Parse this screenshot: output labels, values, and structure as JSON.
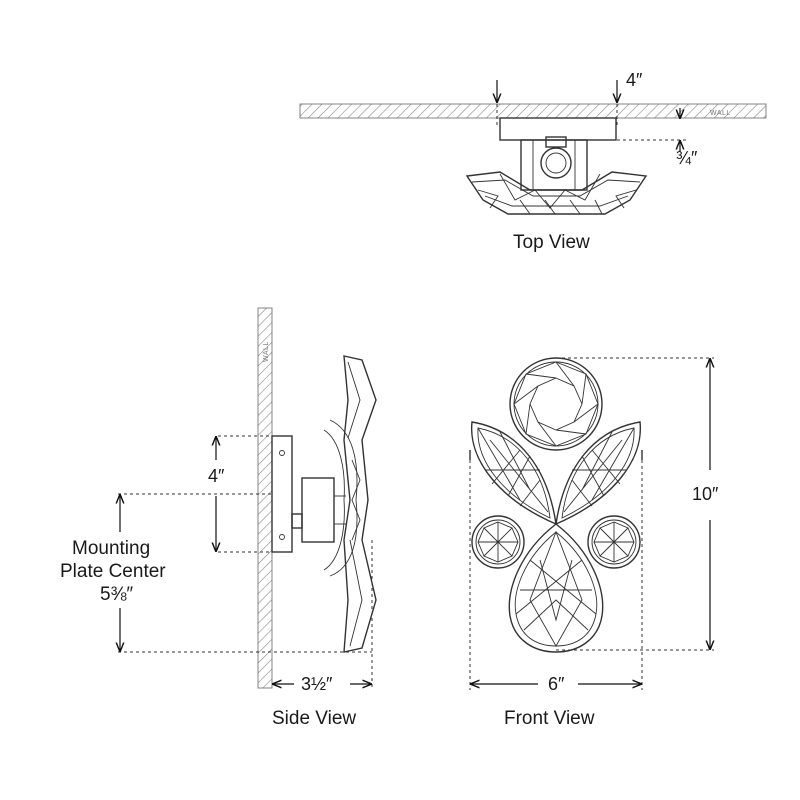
{
  "views": {
    "top": "Top View",
    "side": "Side View",
    "front": "Front View"
  },
  "wall_label": "WALL",
  "dimensions": {
    "top_width": "4″",
    "top_plate_depth": "¾″",
    "side_plate_height": "4″",
    "mounting_label_line1": "Mounting",
    "mounting_label_line2": "Plate Center",
    "mounting_value": "5⅜″",
    "side_depth": "3½″",
    "front_width": "6″",
    "front_height": "10″"
  }
}
